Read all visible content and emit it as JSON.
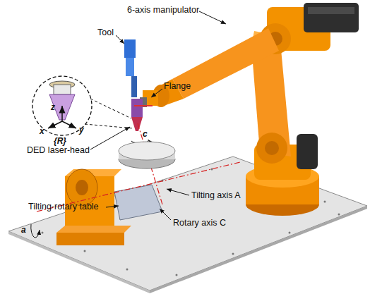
{
  "diagram": {
    "labels": [
      "6-axis manipulator",
      "Tool",
      "Flange",
      "z",
      "x",
      "y",
      "{R}",
      "DED laser-head",
      "c",
      "Tilting-rotary table",
      "Tilting axis A",
      "Rotary axis C",
      "a"
    ]
  }
}
